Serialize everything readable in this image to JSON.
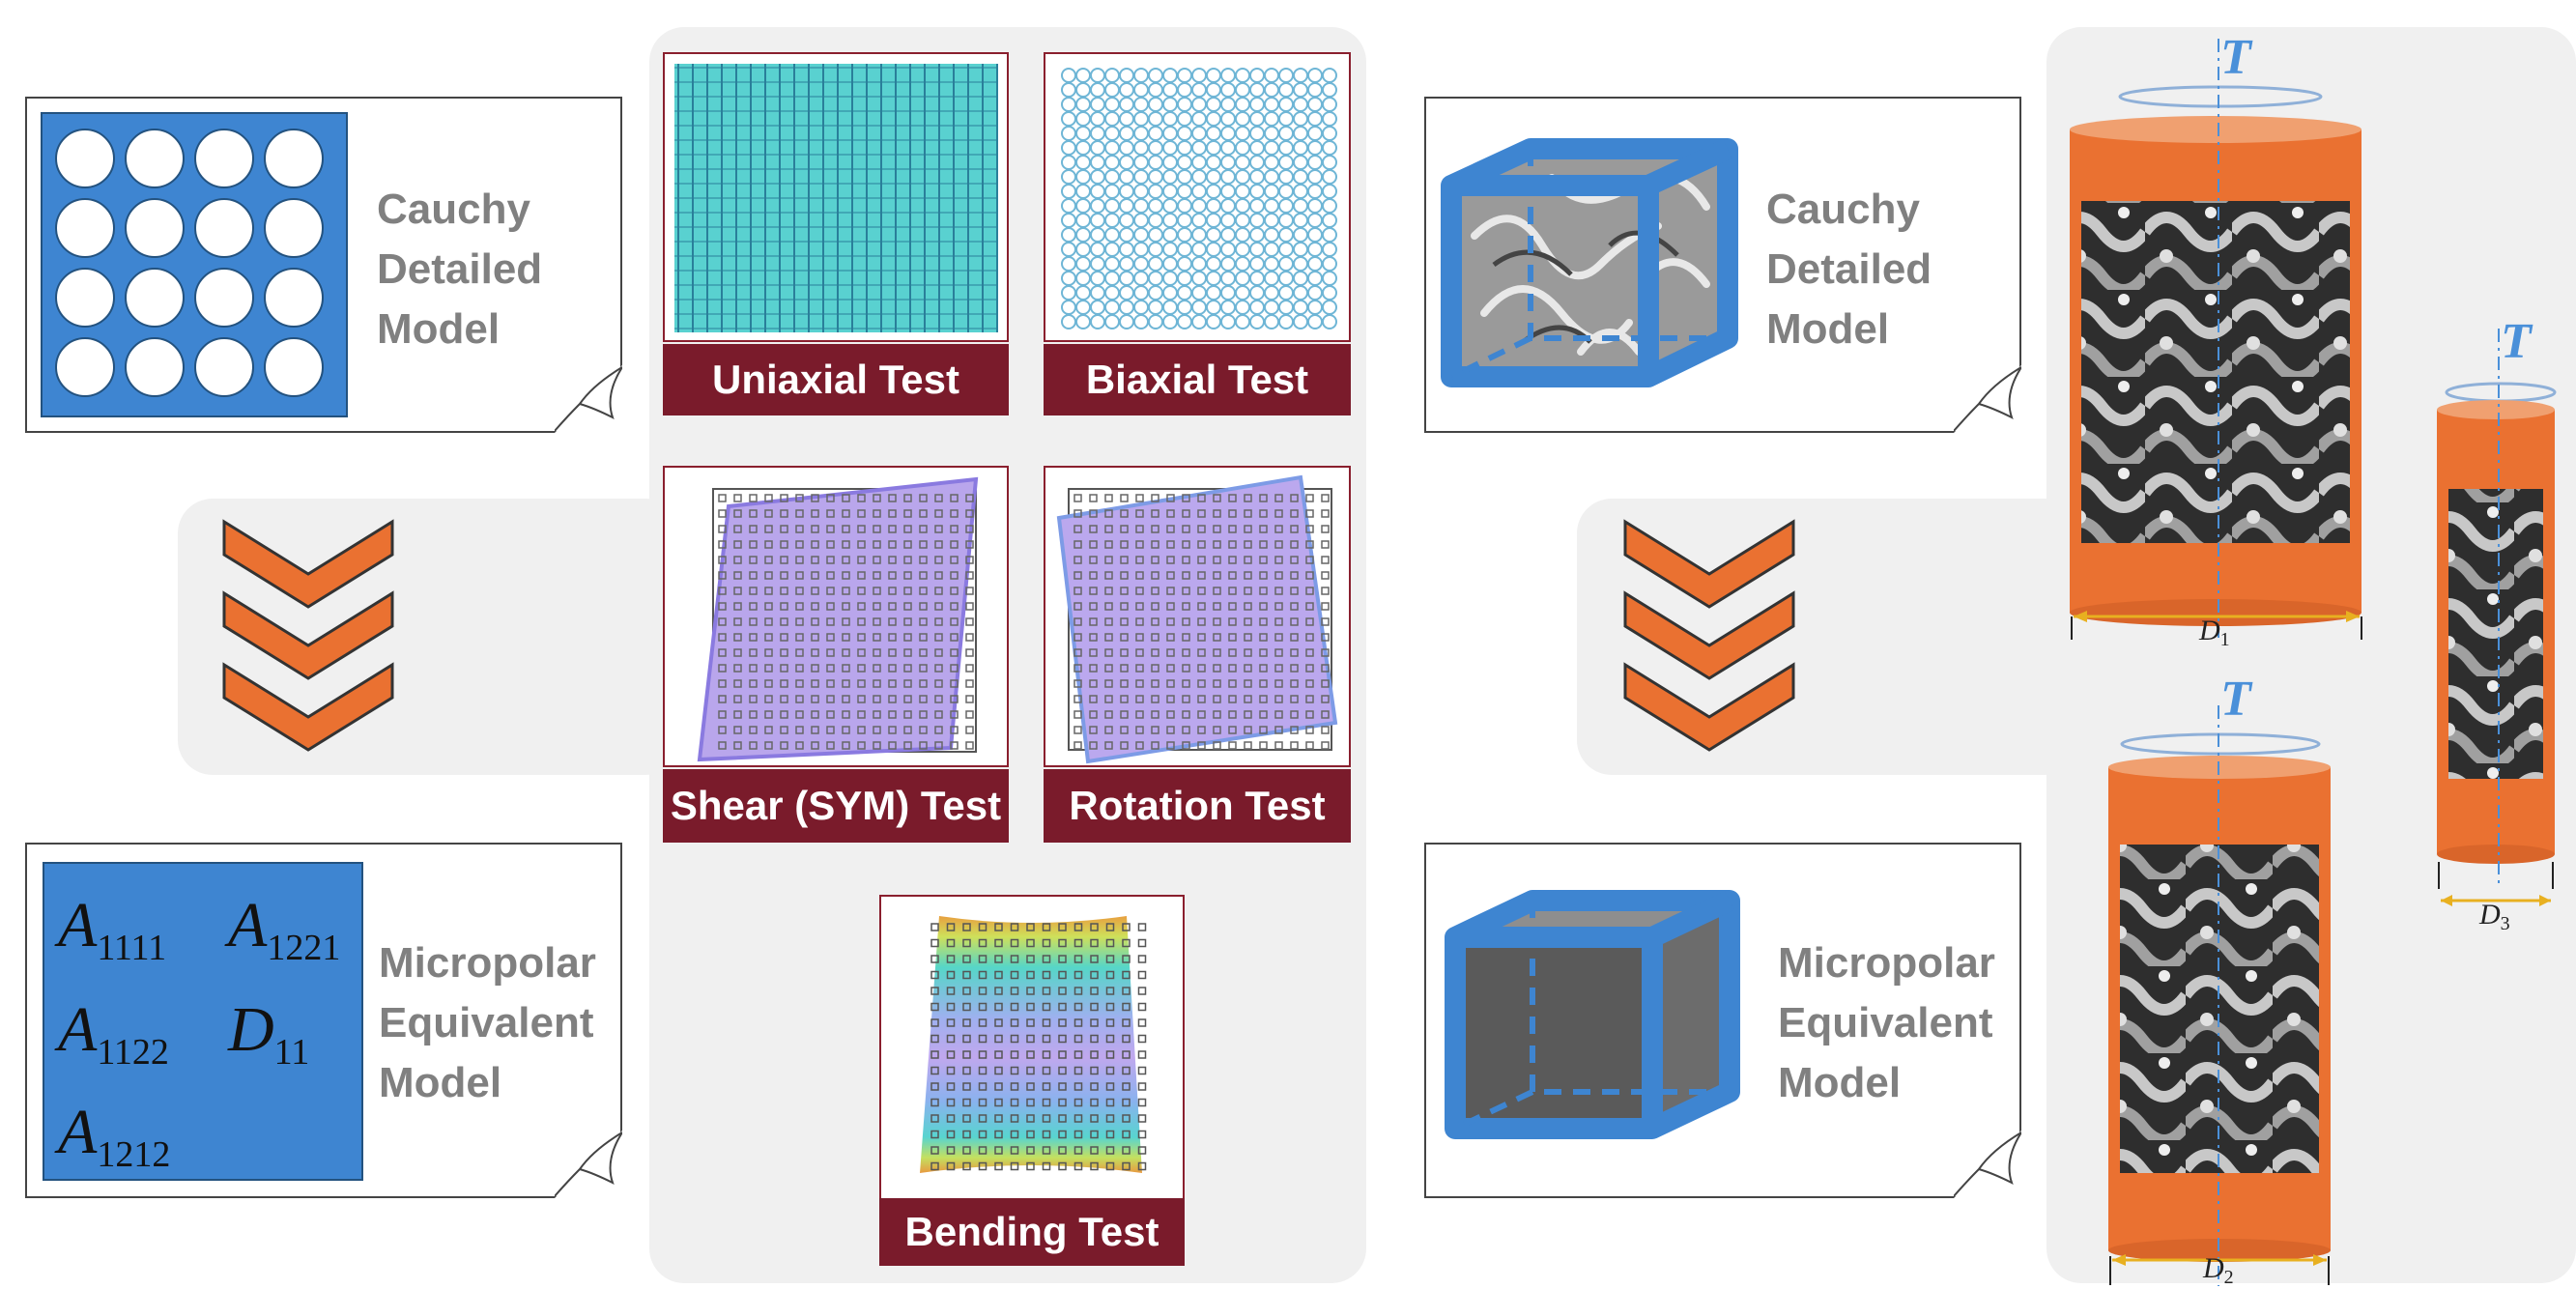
{
  "left_card_top": {
    "label": "Cauchy\nDetailed\nModel"
  },
  "left_card_bottom": {
    "label": "Micropolar\nEquivalent\nModel",
    "symbols": [
      {
        "base": "A",
        "sub": "1111"
      },
      {
        "base": "A",
        "sub": "1221"
      },
      {
        "base": "A",
        "sub": "1122"
      },
      {
        "base": "D",
        "sub": "11"
      },
      {
        "base": "A",
        "sub": "1212"
      }
    ]
  },
  "tests": {
    "uniaxial": "Uniaxial Test",
    "biaxial": "Biaxial Test",
    "shear": "Shear (SYM) Test",
    "rotation": "Rotation Test",
    "bending": "Bending Test"
  },
  "right_card_top": {
    "label": "Cauchy\nDetailed\nModel"
  },
  "right_card_bottom": {
    "label": "Micropolar\nEquivalent\nModel"
  },
  "cylinders": {
    "torque_label": "T",
    "d1": {
      "base": "D",
      "sub": "1"
    },
    "d2": {
      "base": "D",
      "sub": "2"
    },
    "d3": {
      "base": "D",
      "sub": "3"
    }
  },
  "colors": {
    "blue": "#3e85d1",
    "orange": "#ea7131",
    "maroon": "#7a1b2b",
    "gray_text": "#808080",
    "panel": "#f0f0f0"
  }
}
